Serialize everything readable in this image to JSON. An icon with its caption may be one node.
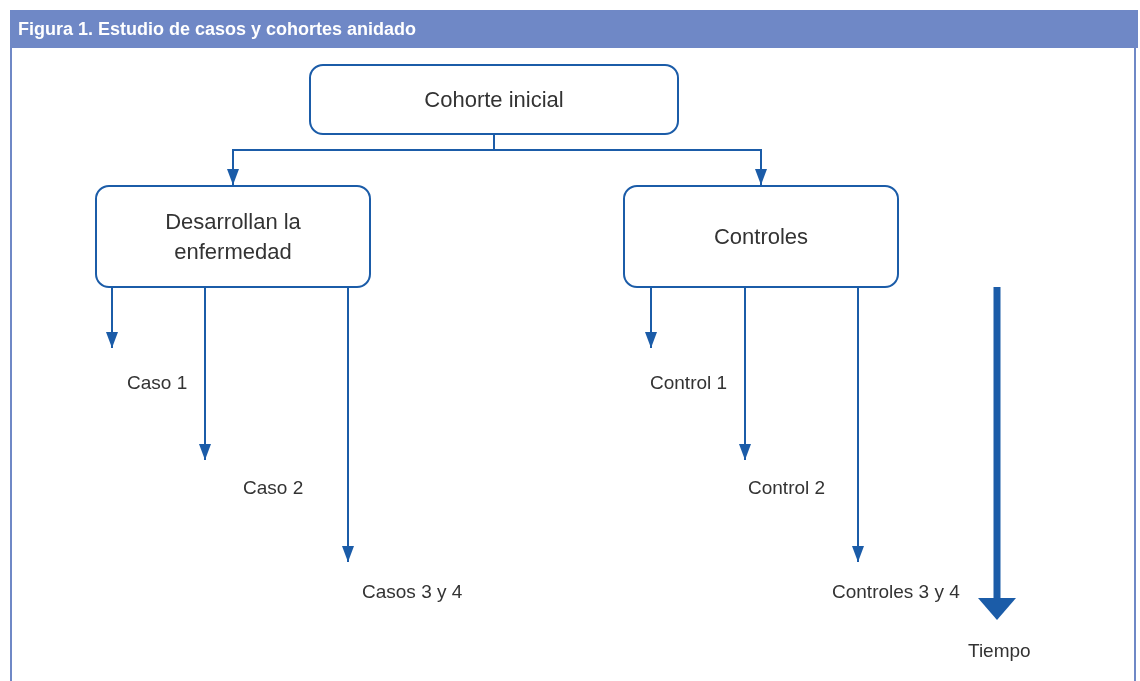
{
  "diagram": {
    "title": "Figura 1. Estudio de casos y cohortes anidado",
    "nodes": [
      {
        "text": [
          "Cohorte inicial"
        ]
      },
      {
        "text": [
          "Desarrollan la enfermedad"
        ]
      },
      {
        "text": [
          "Controles"
        ]
      },
      {
        "text": [
          "Caso 1"
        ]
      },
      {
        "text": [
          "Caso 2"
        ]
      },
      {
        "text": [
          "Casos 3 y 4"
        ]
      },
      {
        "text": [
          "Control 1"
        ]
      },
      {
        "text": [
          "Control 2"
        ]
      },
      {
        "text": [
          "Controles 3 y 4"
        ]
      }
    ],
    "edges": [
      {
        "from": 0,
        "to": 1,
        "arrow": "to"
      },
      {
        "from": 0,
        "to": 2,
        "arrow": "to"
      },
      {
        "from": 1,
        "to": 3,
        "arrow": "to"
      },
      {
        "from": 1,
        "to": 4,
        "arrow": "to"
      },
      {
        "from": 1,
        "to": 5,
        "arrow": "to"
      },
      {
        "from": 2,
        "to": 6,
        "arrow": "to"
      },
      {
        "from": 2,
        "to": 7,
        "arrow": "to"
      },
      {
        "from": 2,
        "to": 8,
        "arrow": "to"
      }
    ],
    "labels": [
      "Tiempo"
    ]
  }
}
